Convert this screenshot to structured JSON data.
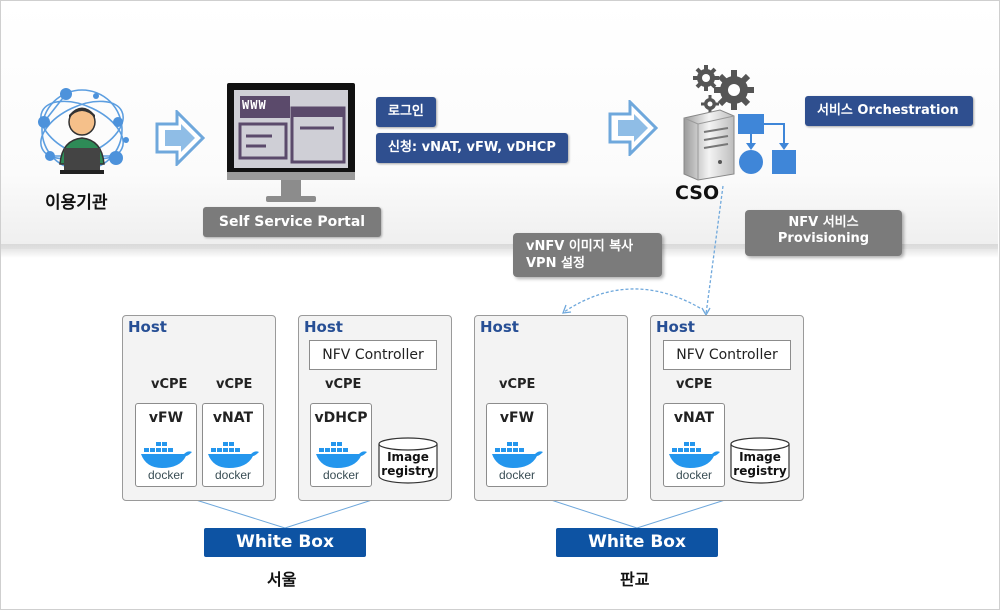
{
  "user": {
    "label": "이용기관"
  },
  "portal": {
    "screen_text": "WWW",
    "label": "Self Service Portal"
  },
  "steps": {
    "login": "로그인",
    "request": "신청: vNAT, vFW, vDHCP"
  },
  "cso": {
    "label": "CSO",
    "orchestration": "서비스 Orchestration"
  },
  "provisioning": {
    "line1": "NFV 서비스",
    "line2": "Provisioning"
  },
  "vnf_copy": {
    "line1": "vNFV 이미지 복사",
    "line2": "VPN 설정"
  },
  "hosts": [
    {
      "title": "Host",
      "vcpe": [
        "vCPE",
        "vCPE"
      ],
      "vnfs": [
        "vFW",
        "vNAT"
      ]
    },
    {
      "title": "Host",
      "controller": "NFV Controller",
      "vcpe": [
        "vCPE"
      ],
      "vnfs": [
        "vDHCP"
      ],
      "registry": [
        "Image",
        "registry"
      ]
    },
    {
      "title": "Host",
      "vcpe": [
        "vCPE"
      ],
      "vnfs": [
        "vFW"
      ]
    },
    {
      "title": "Host",
      "controller": "NFV Controller",
      "vcpe": [
        "vCPE"
      ],
      "vnfs": [
        "vNAT"
      ],
      "registry": [
        "Image",
        "registry"
      ]
    }
  ],
  "white_box": [
    "White Box",
    "White Box"
  ],
  "cities": [
    "서울",
    "판교"
  ],
  "icons": [
    "user-network-icon",
    "monitor-icon",
    "arrow-right-icon",
    "server-icon",
    "gears-icon",
    "flowchart-icon",
    "docker-icon",
    "database-icon"
  ],
  "colors": {
    "dark_blue": "#2f4f8f",
    "white_box_blue": "#0d53a3",
    "host_title": "#274f95",
    "gray_label": "#7b7b7b",
    "arrow_blue": "#6fa8dc",
    "node_blue": "#3f86d8"
  }
}
